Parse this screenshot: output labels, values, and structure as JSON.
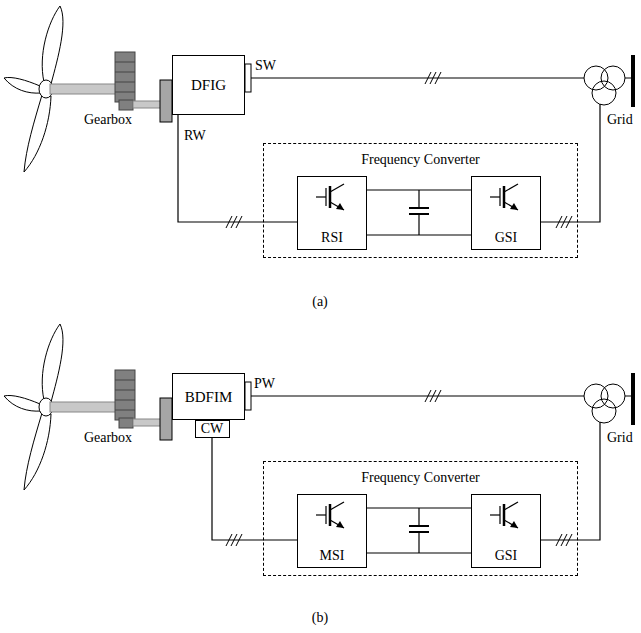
{
  "diagram": {
    "nodes": [
      {
        "text": [
          "DFIG"
        ]
      },
      {
        "text": [
          "Frequency Converter"
        ]
      },
      {
        "text": [
          "RSI"
        ],
        "in": 1
      },
      {
        "text": [
          "GSI"
        ],
        "in": 1
      },
      {
        "text": [
          "BDFIM"
        ]
      },
      {
        "text": [
          "CW"
        ]
      },
      {
        "text": [
          "Frequency Converter"
        ]
      },
      {
        "text": [
          "MSI"
        ],
        "in": 6
      },
      {
        "text": [
          "GSI"
        ],
        "in": 6
      }
    ],
    "edges": [
      {
        "from": 0,
        "to": 2,
        "arrow": "none"
      },
      {
        "from": 2,
        "to": 3,
        "arrow": "none"
      },
      {
        "from": 5,
        "to": 7,
        "arrow": "none"
      },
      {
        "from": 7,
        "to": 8,
        "arrow": "none"
      }
    ],
    "labels": [
      "SW",
      "RW",
      "Gearbox",
      "Grid",
      "(a)",
      "PW",
      "Gearbox",
      "Grid",
      "(b)"
    ]
  }
}
